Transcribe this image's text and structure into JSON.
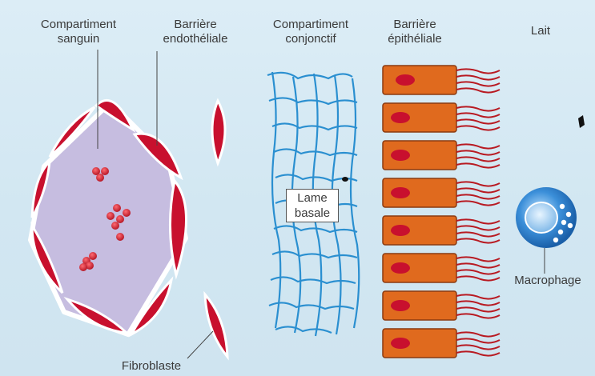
{
  "labels": {
    "blood_compartment": [
      "Compartiment",
      "sanguin"
    ],
    "endothelial_barrier": [
      "Barrière",
      "endothéliale"
    ],
    "connective_compartment": [
      "Compartiment",
      "conjonctif"
    ],
    "epithelial_barrier": [
      "Barrière",
      "épithéliale"
    ],
    "milk": "Lait",
    "basal_lamina": [
      "Lame",
      "basale"
    ],
    "macrophage": "Macrophage",
    "fibroblast": "Fibroblaste"
  },
  "colors": {
    "background": "#d6eaf4",
    "blood_space": "#c6bde0",
    "endothelial_cell": "#c8102e",
    "red_blood_cell": "#cc1f35",
    "connective_mesh": "#2a8fd0",
    "epithelial_cell": "#e06a1e",
    "epithelial_nucleus": "#c8102e",
    "macrophage": "#2b78c4"
  },
  "cells": {
    "epithelial_count": 8,
    "red_blood_cell_groups": 4
  }
}
